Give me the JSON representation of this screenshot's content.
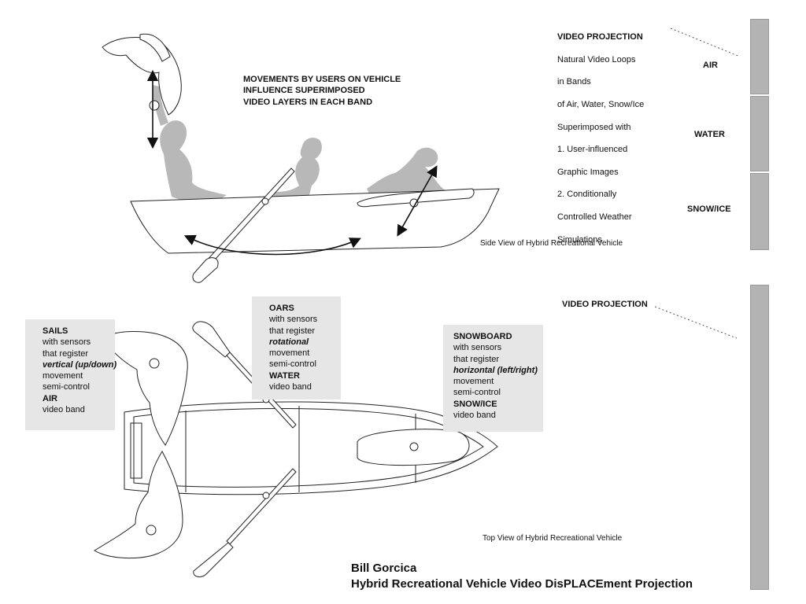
{
  "side_view": {
    "heading_lines": [
      "MOVEMENTS BY USERS ON VEHICLE",
      "INFLUENCE SUPERIMPOSED",
      "VIDEO LAYERS IN EACH BAND"
    ],
    "caption": "Side View of  Hybrid Recreational Vehicle"
  },
  "projection_top": {
    "title": "VIDEO PROJECTION",
    "body_lines": [
      "Natural Video Loops",
      "in Bands",
      "of Air, Water, Snow/Ice",
      "Superimposed with",
      "1. User-influenced",
      "Graphic Images",
      "2. Conditionally",
      "Controlled Weather",
      "Simulations"
    ],
    "bands": [
      "AIR",
      "WATER",
      "SNOW/ICE"
    ]
  },
  "projection_bottom": {
    "title": "VIDEO PROJECTION"
  },
  "top_view": {
    "caption": "Top View of  Hybrid Recreational Vehicle",
    "sails_box": {
      "title": "SAILS",
      "lines": [
        "with sensors",
        "that register"
      ],
      "movement": "vertical (up/down)",
      "after": [
        "movement",
        "semi-control"
      ],
      "band": "AIR",
      "band_suffix": "video band"
    },
    "oars_box": {
      "title": "OARS",
      "lines": [
        "with sensors",
        "that register"
      ],
      "movement": "rotational",
      "after": [
        "movement",
        "semi-control"
      ],
      "band": "WATER",
      "band_suffix": "video band"
    },
    "snowboard_box": {
      "title": "SNOWBOARD",
      "lines": [
        "with sensors",
        "that register"
      ],
      "movement": "horizontal (left/right)",
      "after": [
        "movement",
        "semi-control"
      ],
      "band": "SNOW/ICE",
      "band_suffix": "video band"
    }
  },
  "credit": {
    "author": "Bill Gorcica",
    "project": "Hybrid Recreational Vehicle Video DisPLACEment Projection"
  },
  "colors": {
    "figure_gray": "#b8b8b8",
    "box_gray": "#e6e6e6",
    "band_gray": "#b3b3b3"
  }
}
